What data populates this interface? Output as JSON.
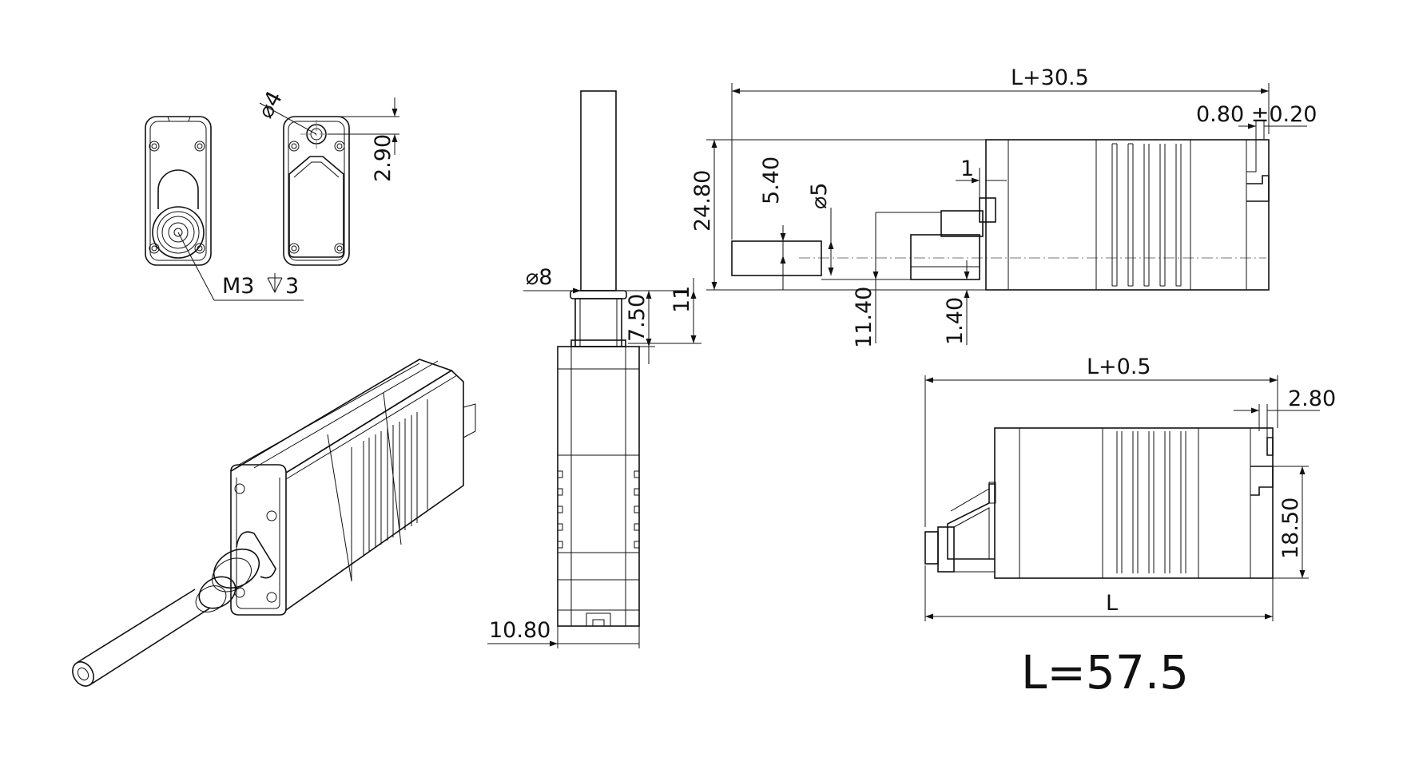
{
  "drawing": {
    "formula": "L=57.5",
    "dimensions": {
      "phi4": "⌀4",
      "d2_90": "2.90",
      "m3": "M3",
      "m3_depth": "3",
      "phi8": "⌀8",
      "d7_50": "7.50",
      "d11": "11",
      "d10_80": "10.80",
      "L_plus_30_5": "L+30.5",
      "d0_80": "0.80 ±0.20",
      "d1": "1",
      "d24_80": "24.80",
      "d5_40": "5.40",
      "phi5": "⌀5",
      "d11_40": "11.40",
      "d1_40": "1.40",
      "L_plus_0_5": "L+0.5",
      "d2_80": "2.80",
      "d18_50": "18.50",
      "L": "L"
    }
  }
}
